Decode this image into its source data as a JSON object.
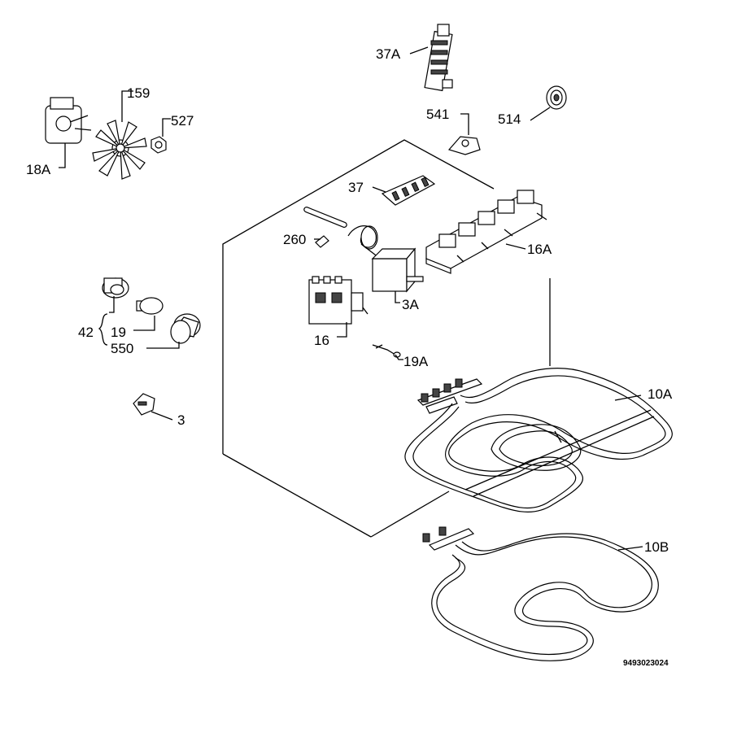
{
  "labels": {
    "p37a": "37A",
    "p159": "159",
    "p527": "527",
    "p18a": "18A",
    "p541": "541",
    "p514": "514",
    "p37": "37",
    "p260": "260",
    "p16a": "16A",
    "p3a": "3A",
    "p16": "16",
    "p42": "42",
    "p19": "19",
    "p550": "550",
    "p19a": "19A",
    "p3": "3",
    "p10a": "10A",
    "p10b": "10B"
  },
  "drawing_number": "9493023024"
}
